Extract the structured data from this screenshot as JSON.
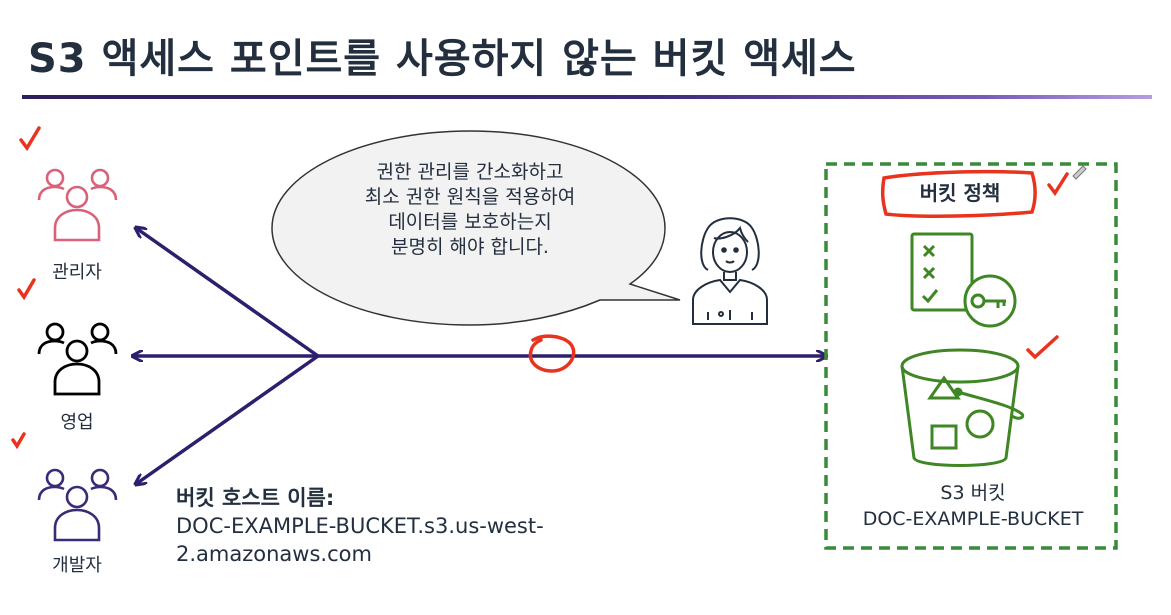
{
  "slide": {
    "title": "S3 액세스 포인트를 사용하지 않는 버킷 액세스"
  },
  "roles": [
    {
      "label": "관리자",
      "icon": "users-group-icon",
      "color": "#d9627a"
    },
    {
      "label": "영업",
      "icon": "users-group-icon",
      "color": "#000000"
    },
    {
      "label": "개발자",
      "icon": "users-group-icon",
      "color": "#3b2a78"
    }
  ],
  "speech_bubble": {
    "lines": [
      "권한 관리를 간소화하고",
      "최소 권한 원칙을 적용하여",
      "데이터를 보호하는지",
      "분명히 해야 합니다."
    ]
  },
  "hostname": {
    "heading": "버킷 호스트 이름:",
    "line1": "DOC-EXAMPLE-BUCKET.s3.us-west-",
    "line2": "2.amazonaws.com"
  },
  "bucket_panel": {
    "policy_label": "버킷 정책",
    "bucket_title": "S3 버킷",
    "bucket_name": "DOC-EXAMPLE-BUCKET",
    "border_color": "#3a8a3a",
    "icon_color": "#3f8624"
  },
  "colors": {
    "arrow": "#2e1f6e",
    "annotation": "#e8331f",
    "title": "#232f3e"
  }
}
